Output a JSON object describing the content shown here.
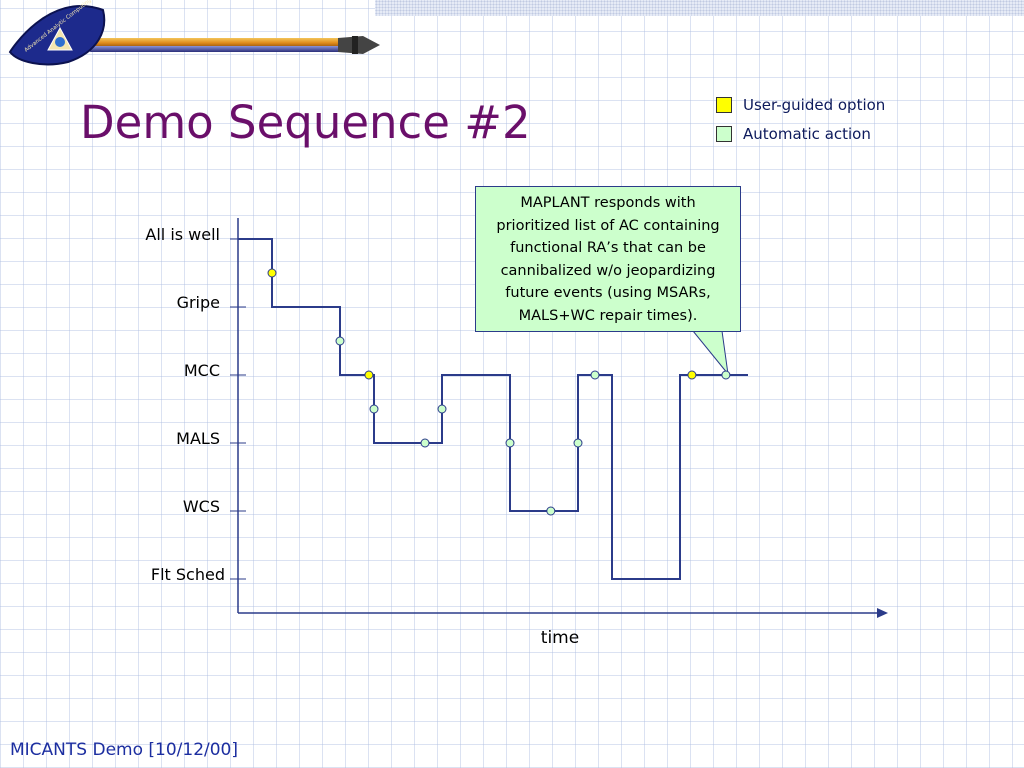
{
  "title": "Demo Sequence #2",
  "footer": "MICANTS Demo [10/12/00]",
  "logo": {
    "text": "Advanced Analytic Computing Environment"
  },
  "legend": {
    "items": [
      {
        "label": "User-guided option",
        "color": "#ffff00"
      },
      {
        "label": "Automatic action",
        "color": "#ccffcc"
      }
    ]
  },
  "callout": {
    "text": "MAPLANT responds with\nprioritized list of AC containing\nfunctional RA’s that can be\ncannibalized w/o jeopardizing\nfuture events (using MSARs,\nMALS+WC repair times).",
    "fill": "#ccffcc"
  },
  "colors": {
    "line": "#2b3b8a",
    "title": "#6a0f6a",
    "footer": "#1c2ea0",
    "user": "#ffff00",
    "auto": "#ccffcc"
  },
  "chart_data": {
    "type": "line",
    "subtype": "step",
    "xlabel": "time",
    "ylabel": "",
    "levels": [
      "All is well",
      "Gripe",
      "MCC",
      "MALS",
      "WCS",
      "Flt Sched"
    ],
    "series": [
      {
        "x": [
          0,
          1,
          1,
          3,
          3,
          4,
          4,
          6,
          6,
          8,
          8,
          10,
          10,
          11,
          11,
          13,
          13,
          15
        ],
        "y": [
          "All is well",
          "All is well",
          "Gripe",
          "Gripe",
          "MCC",
          "MCC",
          "MALS",
          "MALS",
          "MCC",
          "MCC",
          "WCS",
          "WCS",
          "MCC",
          "MCC",
          "Flt Sched",
          "Flt Sched",
          "MCC",
          "MCC"
        ]
      }
    ],
    "events": [
      {
        "x": 1,
        "y": "All is well→Gripe",
        "type": "user-guided"
      },
      {
        "x": 3,
        "y": "Gripe→MCC",
        "type": "automatic"
      },
      {
        "x": 3.85,
        "y": "MCC",
        "type": "user-guided"
      },
      {
        "x": 4,
        "y": "MCC→MALS",
        "type": "automatic"
      },
      {
        "x": 5.5,
        "y": "MALS",
        "type": "automatic"
      },
      {
        "x": 6,
        "y": "MALS→MCC",
        "type": "automatic"
      },
      {
        "x": 8,
        "y": "MCC→WCS",
        "type": "automatic"
      },
      {
        "x": 9.2,
        "y": "WCS",
        "type": "automatic"
      },
      {
        "x": 10,
        "y": "WCS→MCC",
        "type": "automatic"
      },
      {
        "x": 10.5,
        "y": "MCC",
        "type": "automatic"
      },
      {
        "x": 13.35,
        "y": "MCC",
        "type": "user-guided"
      },
      {
        "x": 14.35,
        "y": "MCC",
        "type": "automatic"
      }
    ]
  }
}
